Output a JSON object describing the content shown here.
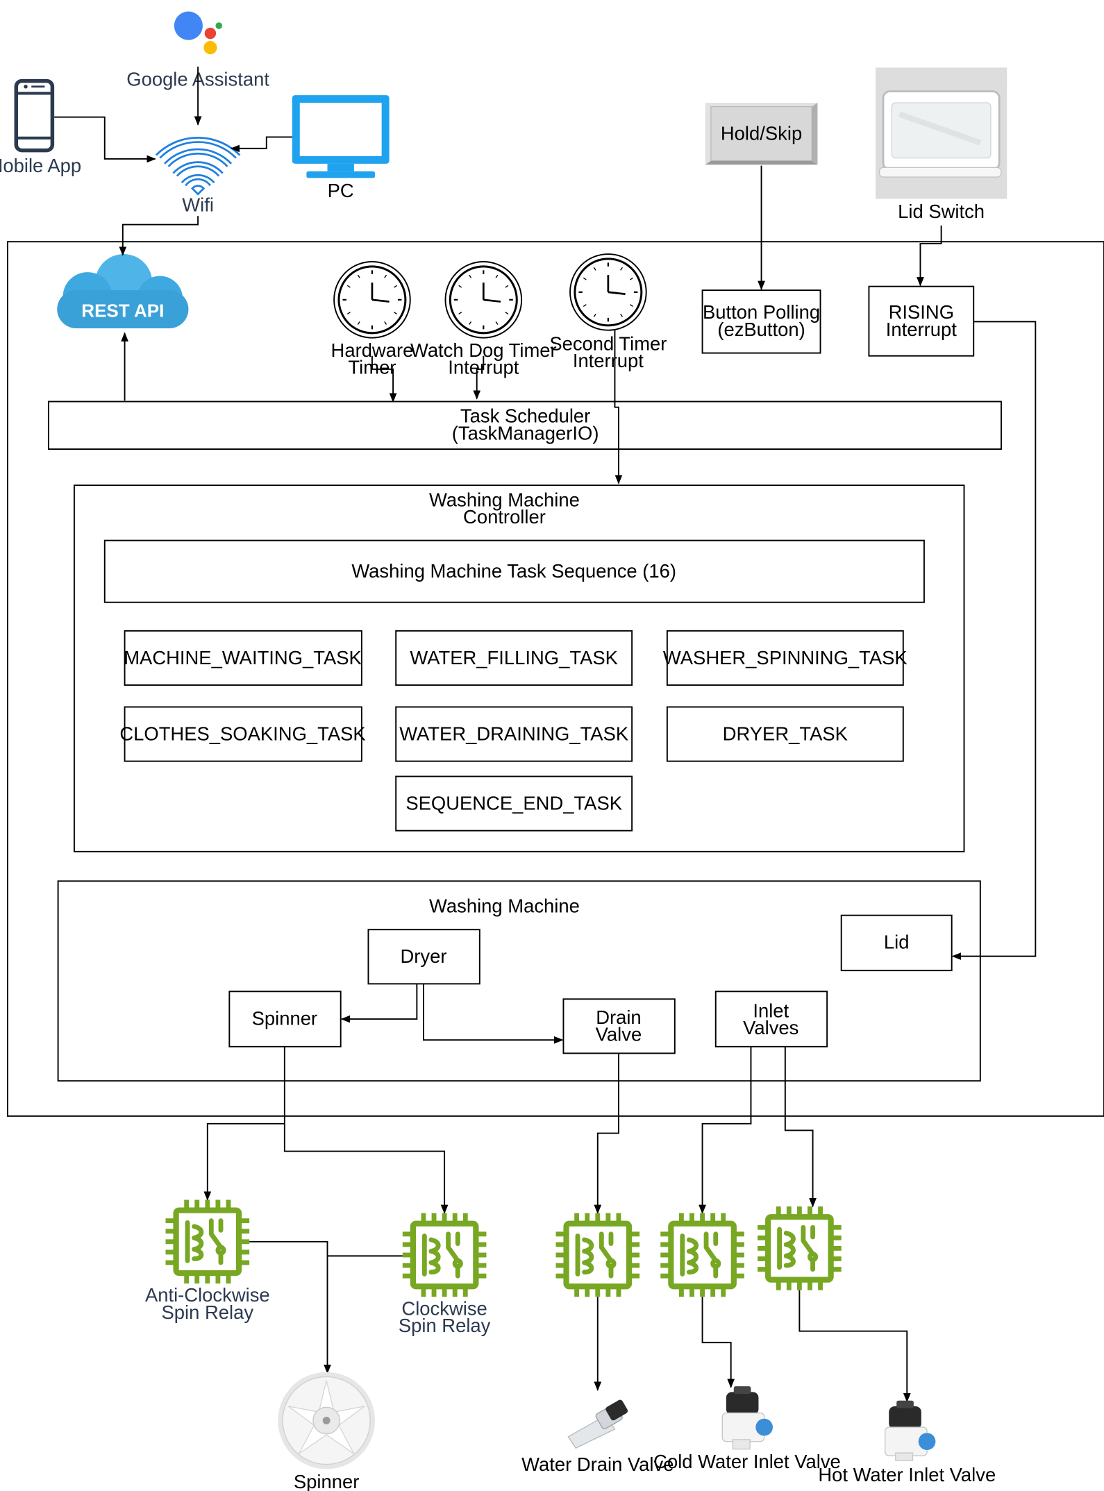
{
  "diagram": {
    "external": {
      "google_assistant": "Google Assistant",
      "mobile_app": "Mobile App",
      "wifi": "Wifi",
      "pc": "PC",
      "hold_skip": "Hold/Skip",
      "lid_switch": "Lid Switch",
      "rest_api": "REST API"
    },
    "timers": {
      "hardware": [
        "Hardware",
        "Timer"
      ],
      "watchdog": [
        "Watch Dog Timer",
        "Interrupt"
      ],
      "second": [
        "Second Timer",
        "Interrupt"
      ]
    },
    "inputs": {
      "button_polling": [
        "Button Polling",
        "(ezButton)"
      ],
      "rising_interrupt": [
        "RISING",
        "Interrupt"
      ]
    },
    "scheduler": [
      "Task Scheduler",
      "(TaskManagerIO)"
    ],
    "controller": {
      "title": [
        "Washing Machine",
        "Controller"
      ],
      "sequence": "Washing Machine Task Sequence (16)",
      "tasks": [
        "MACHINE_WAITING_TASK",
        "WATER_FILLING_TASK",
        "WASHER_SPINNING_TASK",
        "CLOTHES_SOAKING_TASK",
        "WATER_DRAINING_TASK",
        "DRYER_TASK",
        "SEQUENCE_END_TASK"
      ]
    },
    "machine": {
      "title": "Washing Machine",
      "dryer": "Dryer",
      "spinner": "Spinner",
      "drain_valve": [
        "Drain",
        "Valve"
      ],
      "inlet_valves": [
        "Inlet",
        "Valves"
      ],
      "lid": "Lid"
    },
    "relays": {
      "anticlockwise": [
        "Anti-Clockwise",
        "Spin Relay"
      ],
      "clockwise": [
        "Clockwise",
        "Spin Relay"
      ]
    },
    "hardware": {
      "spinner": "Spinner",
      "water_drain_valve": "Water Drain Valve",
      "cold_water_inlet_valve": "Cold Water Inlet Valve",
      "hot_water_inlet_valve": "Hot Water Inlet Valve"
    },
    "colors": {
      "relay_green": "#77a723",
      "wifi_blue": "#1f7fe0",
      "pc_blue": "#1fa3ee",
      "cloud_blue": "#3aa0d8",
      "label_text": "#2b3a4f"
    }
  }
}
